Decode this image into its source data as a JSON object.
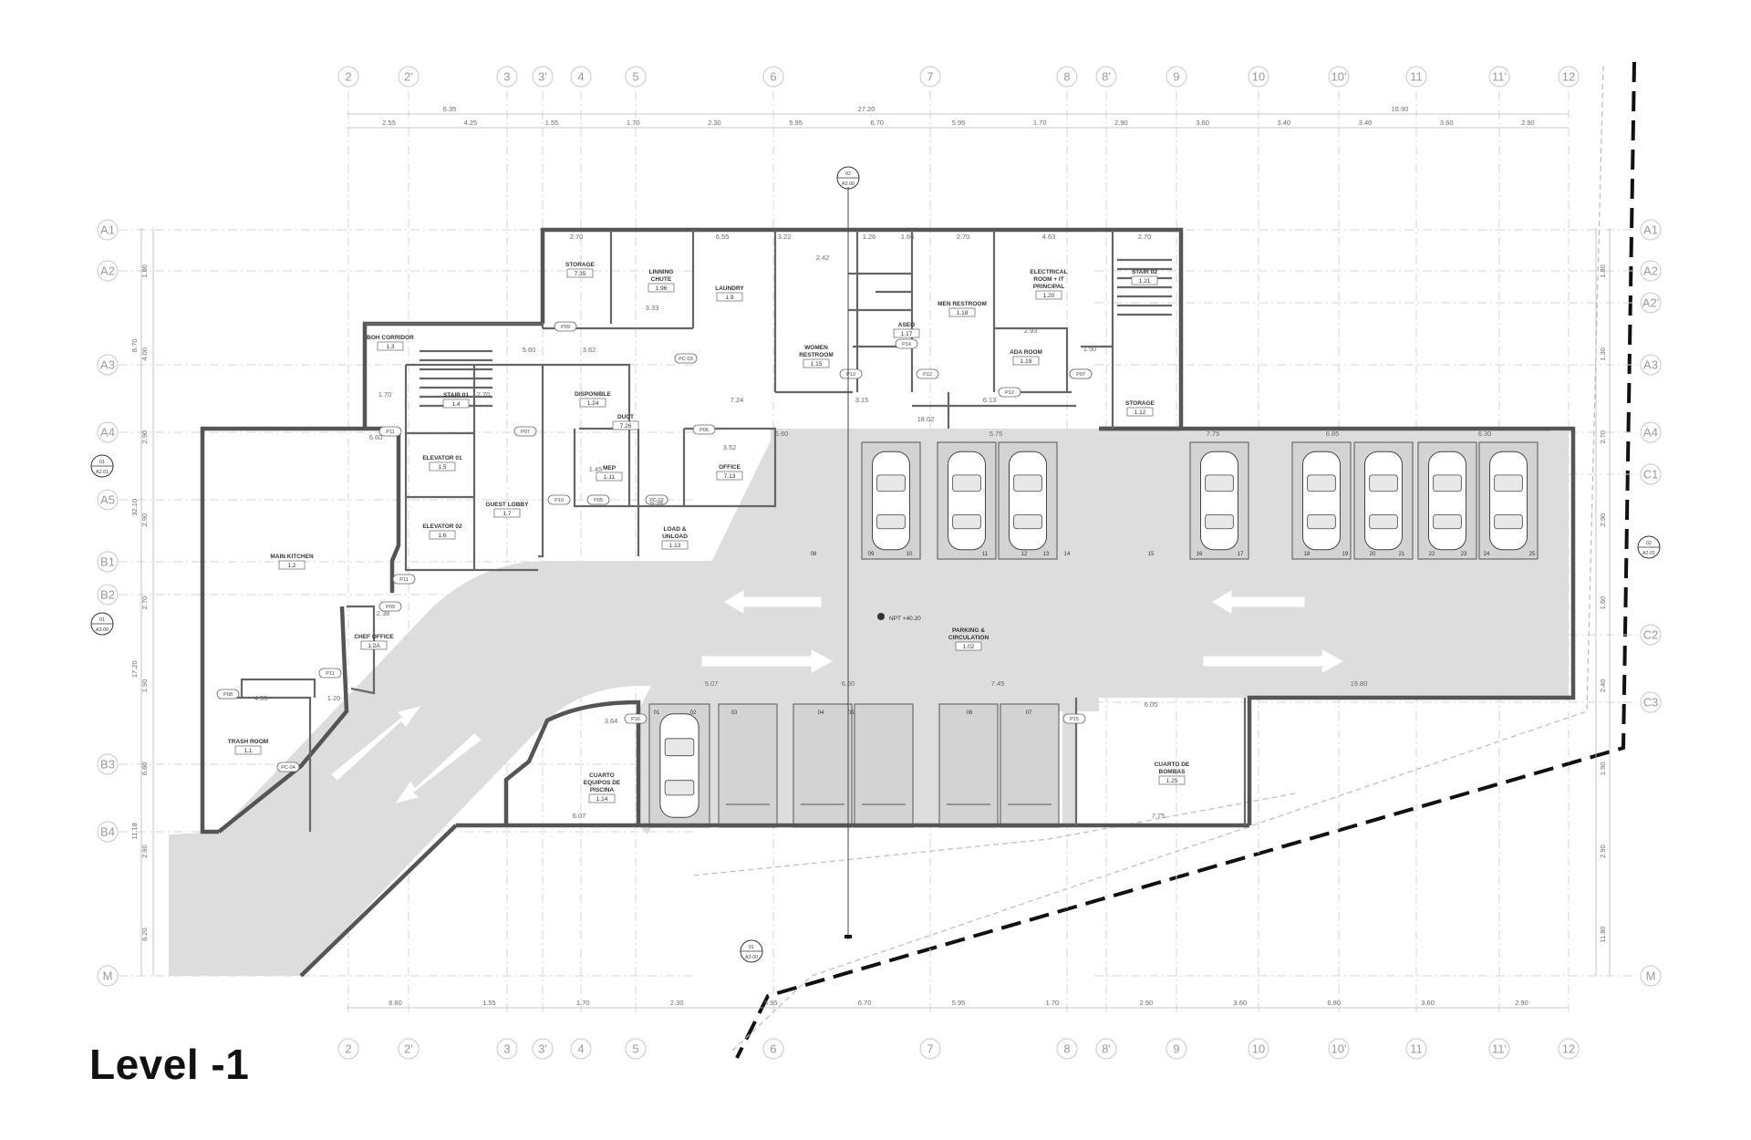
{
  "title": "Level -1",
  "grid": {
    "columns": [
      "2",
      "2'",
      "3",
      "3'",
      "4",
      "5",
      "6",
      "7",
      "8",
      "8'",
      "9",
      "10",
      "10'",
      "11",
      "11'",
      "12"
    ],
    "rows_left": [
      "A1",
      "A2",
      "A3",
      "A4",
      "A5",
      "B1",
      "B2",
      "B3",
      "B4",
      "M"
    ],
    "rows_right": [
      "A1",
      "A2",
      "A2'",
      "A3",
      "A4",
      "C1",
      "C2",
      "C3",
      "M"
    ]
  },
  "dimensions": {
    "top_total": [
      "6.35",
      "27.20",
      "16.90"
    ],
    "top_segments": [
      "2.55",
      "4.25",
      "1.55",
      "1.70",
      "2.30",
      "5.95",
      "6.70",
      "5.95",
      "1.70",
      "2.90",
      "3.60",
      "3.40",
      "3.40",
      "3.60",
      "2.90"
    ],
    "bottom_segments": [
      "6.80",
      "1.55",
      "1.70",
      "2.30",
      "5.95",
      "6.70",
      "5.95",
      "1.70",
      "2.90",
      "3.60",
      "6.80",
      "3.60",
      "2.90"
    ],
    "left_segments": [
      "1.80",
      "4.00",
      "2.90",
      "2.90",
      "2.70",
      "1.90",
      "6.80",
      "2.90",
      "6.20"
    ],
    "left_totals": [
      "8.70",
      "32.10",
      "17.20",
      "11.18"
    ],
    "right_segments": [
      "1.80",
      "1.30",
      "2.70",
      "2.90",
      "1.60",
      "2.40",
      "1.90",
      "2.90",
      "11.80"
    ]
  },
  "rooms": [
    {
      "name": "STORAGE",
      "number": "7.35"
    },
    {
      "name": "LINNING CHUTE",
      "number": "1.96"
    },
    {
      "name": "LAUNDRY",
      "number": "1.9"
    },
    {
      "name": "WOMEN RESTROOM",
      "number": "1.15"
    },
    {
      "name": "ASEO",
      "number": "1.17"
    },
    {
      "name": "MEN RESTROOM",
      "number": "1.18"
    },
    {
      "name": "ELECTRICAL ROOM + IT PRINCIPAL",
      "number": "1.20"
    },
    {
      "name": "ADA ROOM",
      "number": "1.19"
    },
    {
      "name": "STAIR 02",
      "number": "1.21"
    },
    {
      "name": "STORAGE",
      "number": "1.12"
    },
    {
      "name": "BOH CORRIDOR",
      "number": "1.3"
    },
    {
      "name": "STAIR 01",
      "number": "1.4"
    },
    {
      "name": "DISPONIBLE",
      "number": "1.24"
    },
    {
      "name": "DUCT",
      "number": "7.26"
    },
    {
      "name": "MEP",
      "number": "1.11"
    },
    {
      "name": "OFFICE",
      "number": "7.13"
    },
    {
      "name": "ELEVATOR 01",
      "number": "1.5"
    },
    {
      "name": "GUEST LOBBY",
      "number": "1.7"
    },
    {
      "name": "ELEVATOR 02",
      "number": "1.6"
    },
    {
      "name": "LOAD & UNLOAD",
      "number": "1.13"
    },
    {
      "name": "MAIN KITCHEN",
      "number": "1.2"
    },
    {
      "name": "CHEF OFFICE",
      "number": "1.2A"
    },
    {
      "name": "TRASH ROOM",
      "number": "1.1"
    },
    {
      "name": "CUARTO EQUIPOS DE PISCINA",
      "number": "1.14"
    },
    {
      "name": "CUARTO DE BOMBAS",
      "number": "1.25"
    },
    {
      "name": "PARKING & CIRCULATION",
      "number": "1.02"
    }
  ],
  "level_marker": "NPT +40.20",
  "parking_spots_top": [
    "08",
    "09",
    "10",
    "11",
    "12",
    "13",
    "14",
    "15",
    "16",
    "17",
    "18",
    "19",
    "20",
    "21",
    "22",
    "23",
    "24",
    "25"
  ],
  "parking_spots_bottom": [
    "01",
    "02",
    "03",
    "04",
    "05",
    "06",
    "07"
  ],
  "door_tags": [
    "P09",
    "PC-03",
    "P11",
    "P07",
    "P10",
    "P05",
    "PC-02",
    "P06",
    "P13",
    "P14",
    "P12",
    "P12",
    "P07",
    "P07",
    "P11",
    "P09",
    "P11",
    "P08",
    "PC-04",
    "P16",
    "P15"
  ],
  "interior_dims": [
    "2.70",
    "6.55",
    "3.22",
    "1.26",
    "1.66",
    "2.70",
    "4.63",
    "2.70",
    "3.33",
    "5.60",
    "3.62",
    "1.70",
    "2.70",
    "6.60",
    "7.24",
    "3.15",
    "6.13",
    "18.02",
    "6.60",
    "5.75",
    "7.75",
    "6.85",
    "6.30",
    "3.52",
    "9.75",
    "1.45",
    "2.38",
    "4.53",
    "1.20",
    "5.07",
    "6.50",
    "7.45",
    "19.80",
    "3.64",
    "6.05",
    "6.07",
    "7.75",
    "2.93",
    "2.42",
    "1.50"
  ],
  "section_markers": [
    {
      "label": "02",
      "sheet": "A3.00"
    },
    {
      "label": "01",
      "sheet": "A3.00"
    },
    {
      "label": "01",
      "sheet": "A2.01"
    },
    {
      "label": "02",
      "sheet": "A2.01"
    },
    {
      "label": "01",
      "sheet": "A3.00"
    }
  ]
}
